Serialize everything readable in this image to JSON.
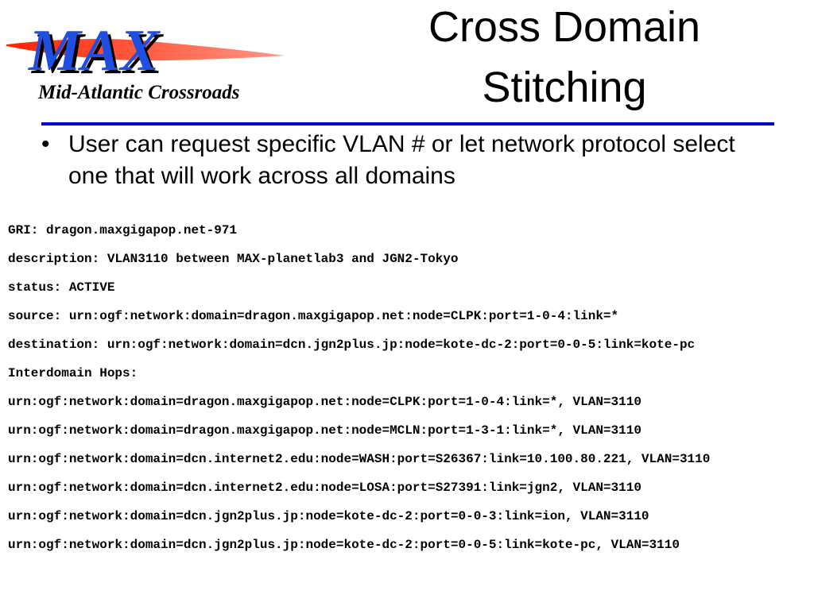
{
  "logo": {
    "name": "MAX",
    "subtitle": "Mid-Atlantic Crossroads"
  },
  "title": {
    "line1": "Cross Domain",
    "line2": "Stitching"
  },
  "bullet": {
    "text": "User can request specific VLAN # or let network protocol select one that will work across all domains"
  },
  "record": {
    "lines": [
      "GRI: dragon.maxgigapop.net-971",
      "description: VLAN3110 between MAX-planetlab3 and JGN2-Tokyo",
      "status: ACTIVE",
      "source: urn:ogf:network:domain=dragon.maxgigapop.net:node=CLPK:port=1-0-4:link=*",
      "destination: urn:ogf:network:domain=dcn.jgn2plus.jp:node=kote-dc-2:port=0-0-5:link=kote-pc",
      "Interdomain Hops:",
      "urn:ogf:network:domain=dragon.maxgigapop.net:node=CLPK:port=1-0-4:link=*, VLAN=3110",
      "urn:ogf:network:domain=dragon.maxgigapop.net:node=MCLN:port=1-3-1:link=*, VLAN=3110",
      "urn:ogf:network:domain=dcn.internet2.edu:node=WASH:port=S26367:link=10.100.80.221, VLAN=3110",
      "urn:ogf:network:domain=dcn.internet2.edu:node=LOSA:port=S27391:link=jgn2, VLAN=3110",
      "urn:ogf:network:domain=dcn.jgn2plus.jp:node=kote-dc-2:port=0-0-3:link=ion, VLAN=3110",
      "urn:ogf:network:domain=dcn.jgn2plus.jp:node=kote-dc-2:port=0-0-5:link=kote-pc, VLAN=3110"
    ]
  }
}
